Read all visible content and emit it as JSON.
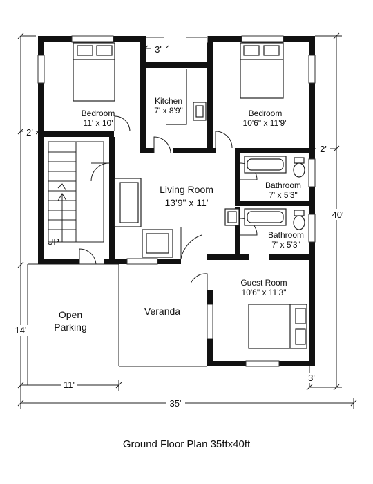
{
  "plan": {
    "caption": "Ground Floor Plan 35ftx40ft",
    "rooms": {
      "bedroom_left": {
        "name": "Bedroom",
        "size": "11' x 10'"
      },
      "kitchen": {
        "name": "Kitchen",
        "size": "7' x 8'9\""
      },
      "bedroom_right": {
        "name": "Bedroom",
        "size": "10'6\" x 11'9\""
      },
      "living": {
        "name": "Living Room",
        "size": "13'9\" x 11'"
      },
      "bath_upper": {
        "name": "Bathroom",
        "size": "7' x 5'3\""
      },
      "bath_lower": {
        "name": "Bathroom",
        "size": "7' x 5'3\""
      },
      "guest": {
        "name": "Guest Room",
        "size": "10'6\" x 11'3\""
      },
      "veranda": {
        "name": "Veranda"
      },
      "parking": {
        "line1": "Open",
        "line2": "Parking"
      },
      "stairs": {
        "label": "UP"
      }
    },
    "dimensions": {
      "total_width": "35'",
      "total_height": "40'",
      "parking_width": "11'",
      "parking_height": "14'",
      "top_gap": "3'",
      "left_gap": "2'",
      "right_gap": "2'",
      "bottom_gap": "3'"
    }
  }
}
